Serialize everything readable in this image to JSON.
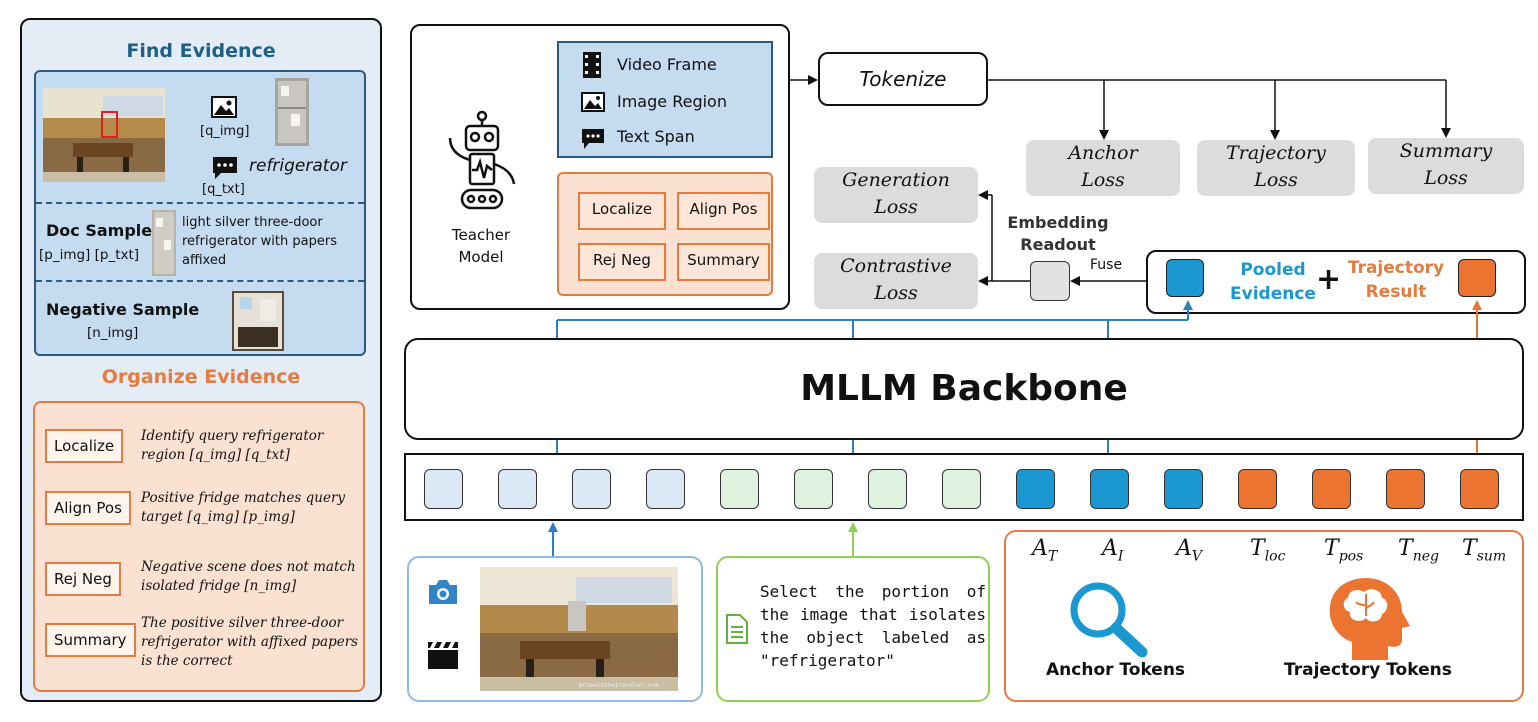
{
  "left_panel": {
    "find_title": "Find Evidence",
    "q_img": "[q_img]",
    "q_txt_word": "refrigerator",
    "q_txt": "[q_txt]",
    "doc_sample_title": "Doc Sample",
    "doc_sample_tags": "[p_img] [p_txt]",
    "doc_sample_text": "light silver three-door refrigerator with papers affixed",
    "negative_title": "Negative Sample",
    "negative_tag": "[n_img]",
    "organize_title": "Organize Evidence",
    "steps": [
      {
        "label": "Localize",
        "desc": "Identify query refrigerator region [q_img] [q_txt]"
      },
      {
        "label": "Align Pos",
        "desc": "Positive fridge matches query target [q_img] [p_img]"
      },
      {
        "label": "Rej Neg",
        "desc": "Negative scene does not match isolated fridge [n_img]"
      },
      {
        "label": "Summary",
        "desc": "The positive silver three-door refrigerator with affixed papers is the correct"
      }
    ]
  },
  "teacher": {
    "label_line1": "Teacher",
    "label_line2": "Model",
    "modalities": [
      "Video Frame",
      "Image Region",
      "Text Span"
    ],
    "tasks": [
      "Localize",
      "Align Pos",
      "Rej Neg",
      "Summary"
    ]
  },
  "tokenize": "Tokenize",
  "losses": {
    "anchor": [
      "Anchor",
      "Loss"
    ],
    "trajectory": [
      "Trajectory",
      "Loss"
    ],
    "summary": [
      "Summary",
      "Loss"
    ],
    "generation": [
      "Generation",
      "Loss"
    ],
    "contrastive": [
      "Contrastive",
      "Loss"
    ]
  },
  "embedding_readout": [
    "Embedding",
    "Readout"
  ],
  "fuse": "Fuse",
  "pooled": [
    "Pooled",
    "Evidence"
  ],
  "plus": "+",
  "trajectory_result": [
    "Trajectory",
    "Result"
  ],
  "backbone": "MLLM Backbone",
  "input_text": "Select the portion of the image that isolates the object labeled as \"refrigerator\"",
  "token_legend": {
    "symbols": [
      {
        "base": "A",
        "sub": "T"
      },
      {
        "base": "A",
        "sub": "I"
      },
      {
        "base": "A",
        "sub": "V"
      },
      {
        "base": "T",
        "sub": "loc"
      },
      {
        "base": "T",
        "sub": "pos"
      },
      {
        "base": "T",
        "sub": "neg"
      },
      {
        "base": "T",
        "sub": "sum"
      }
    ],
    "anchor_label": "Anchor Tokens",
    "trajectory_label": "Trajectory Tokens"
  },
  "watermark": "bcheeinthetraveler.com",
  "colors": {
    "text_token": "#dce8f6",
    "image_token": "#def2df",
    "anchor_token": "#1b97d1",
    "trajectory_token": "#ec7431",
    "orange_accent": "#e57b3f",
    "blue_accent": "#2b5a7e"
  }
}
